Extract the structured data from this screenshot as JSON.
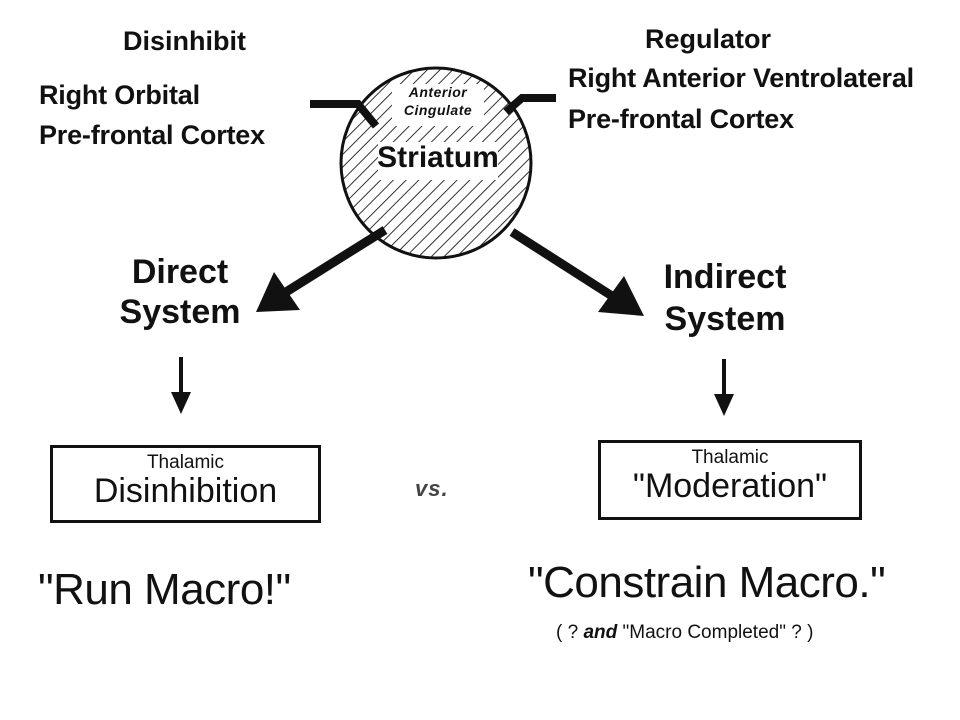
{
  "left_source": {
    "heading": "Disinhibit",
    "line1": "Right Orbital",
    "line2": "Pre-frontal Cortex"
  },
  "right_source": {
    "heading": "Regulator",
    "line1": "Right Anterior Ventrolateral",
    "line2": "Pre-frontal Cortex"
  },
  "center_node": {
    "small_line1": "Anterior",
    "small_line2": "Cingulate",
    "title": "Striatum"
  },
  "direct": {
    "line1": "Direct",
    "line2": "System",
    "box_small": "Thalamic",
    "box_big": "Disinhibition",
    "outcome": "\"Run Macro!\""
  },
  "indirect": {
    "line1": "Indirect",
    "line2": "System",
    "box_small": "Thalamic",
    "box_big": "\"Moderation\"",
    "outcome": "\"Constrain Macro.\"",
    "note_open": "( ? ",
    "note_italic": "and",
    "note_rest": " \"Macro Completed\" ? )"
  },
  "vs_label": "vs.",
  "colors": {
    "ink": "#111111",
    "hatch_fill": "#ffffff",
    "background": "#ffffff"
  }
}
